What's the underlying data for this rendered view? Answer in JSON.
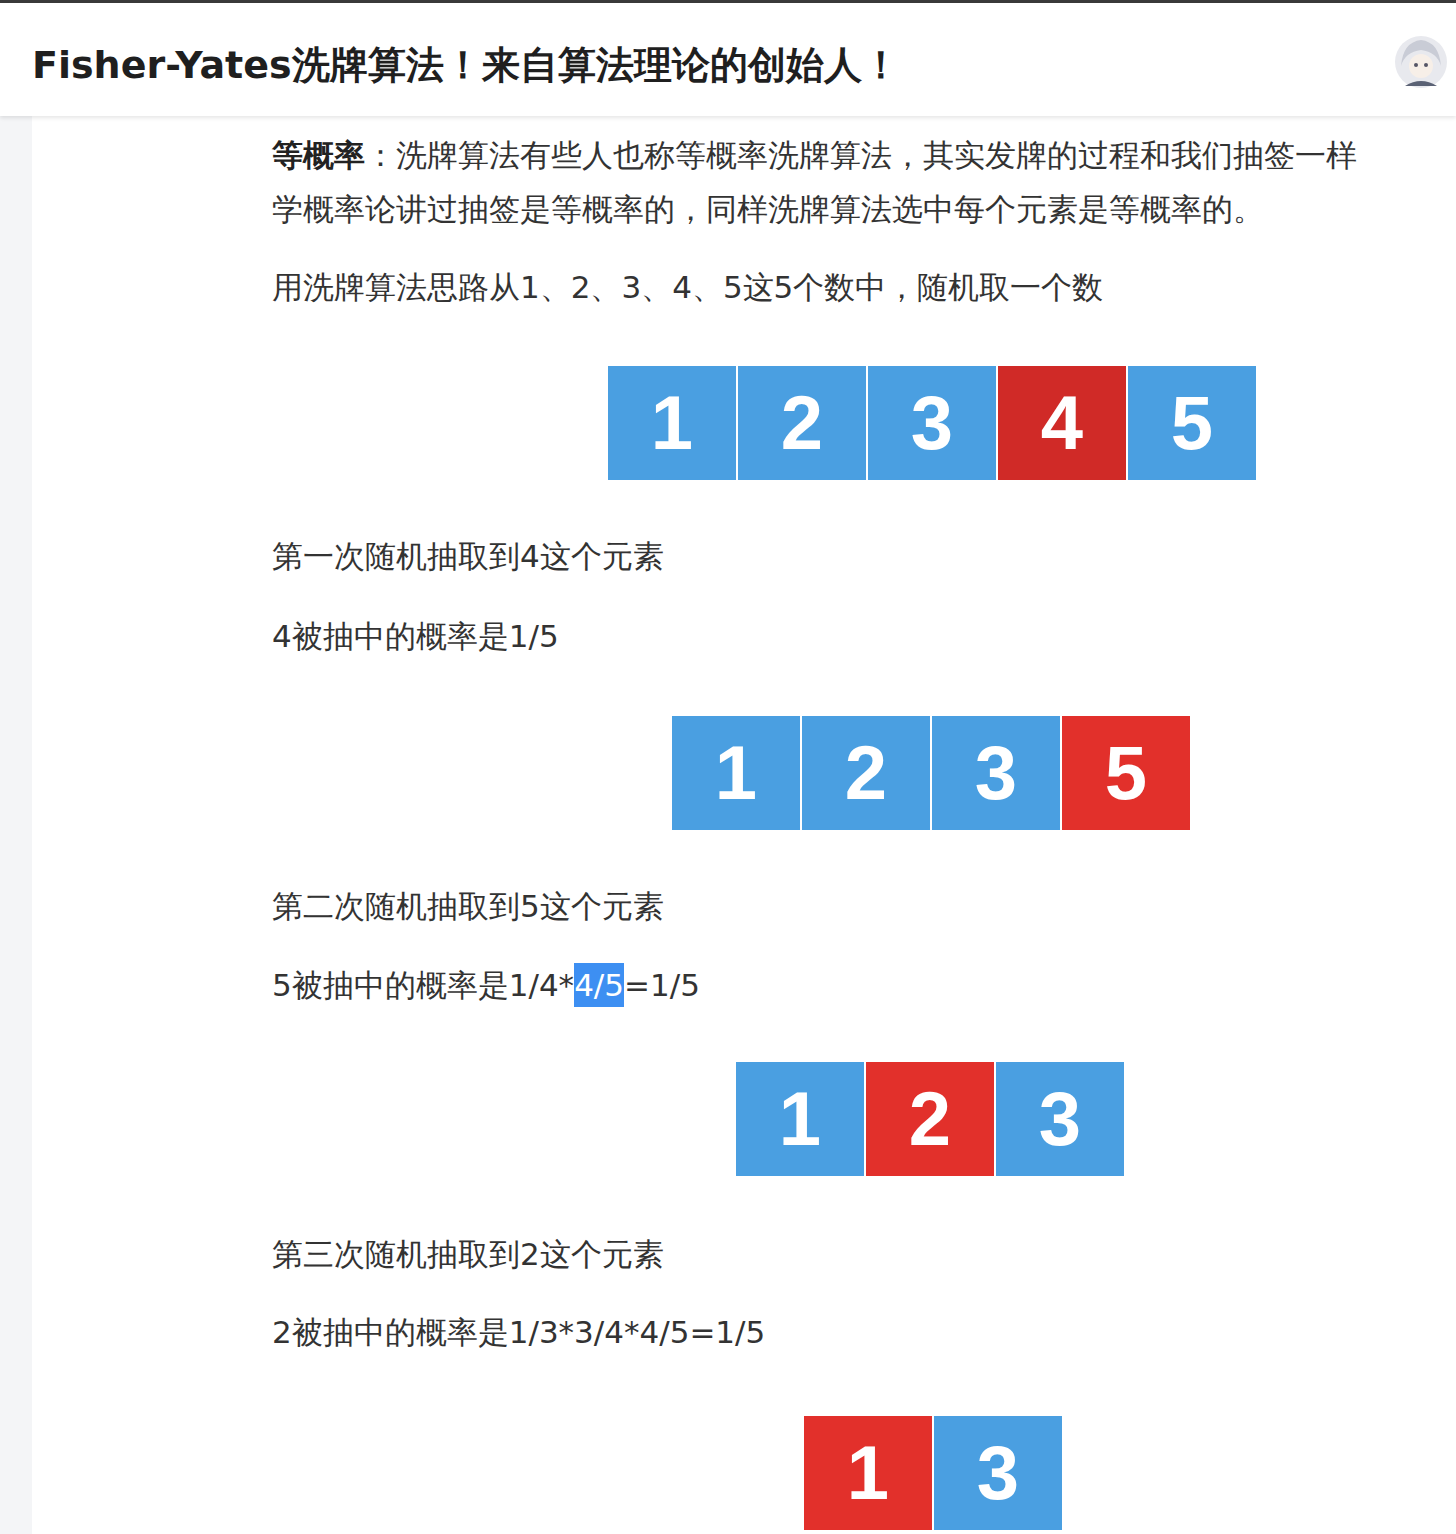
{
  "diagram": {
    "title": "Fisher-Yates洗牌算法！来自算法理论的创始人！",
    "nodes": [
      {
        "text": [
          "1"
        ]
      },
      {
        "text": [
          "2"
        ]
      },
      {
        "text": [
          "3"
        ]
      },
      {
        "text": [
          "4"
        ]
      },
      {
        "text": [
          "5"
        ]
      },
      {
        "text": [
          "1"
        ]
      },
      {
        "text": [
          "2"
        ]
      },
      {
        "text": [
          "3"
        ]
      },
      {
        "text": [
          "5"
        ]
      },
      {
        "text": [
          "1"
        ]
      },
      {
        "text": [
          "2"
        ]
      },
      {
        "text": [
          "3"
        ]
      },
      {
        "text": [
          "1"
        ]
      },
      {
        "text": [
          "3"
        ]
      }
    ],
    "labels": [
      "等概率",
      "：洗牌算法有些人也称等概率洗牌算法，其实发牌的过程和我们抽签一样",
      "学概率论讲过抽签是等概率的，同样洗牌算法选中每个元素是等概率的。",
      "用洗牌算法思路从1、2、3、4、5这5个数中，随机取一个数",
      "第一次随机抽取到4这个元素",
      "4被抽中的概率是1/5",
      "第二次随机抽取到5这个元素",
      "5被抽中的概率是1/4*",
      "4/5",
      "=1/5",
      "第三次随机抽取到2这个元素",
      "2被抽中的概率是1/3*3/4*4/5=1/5"
    ]
  }
}
